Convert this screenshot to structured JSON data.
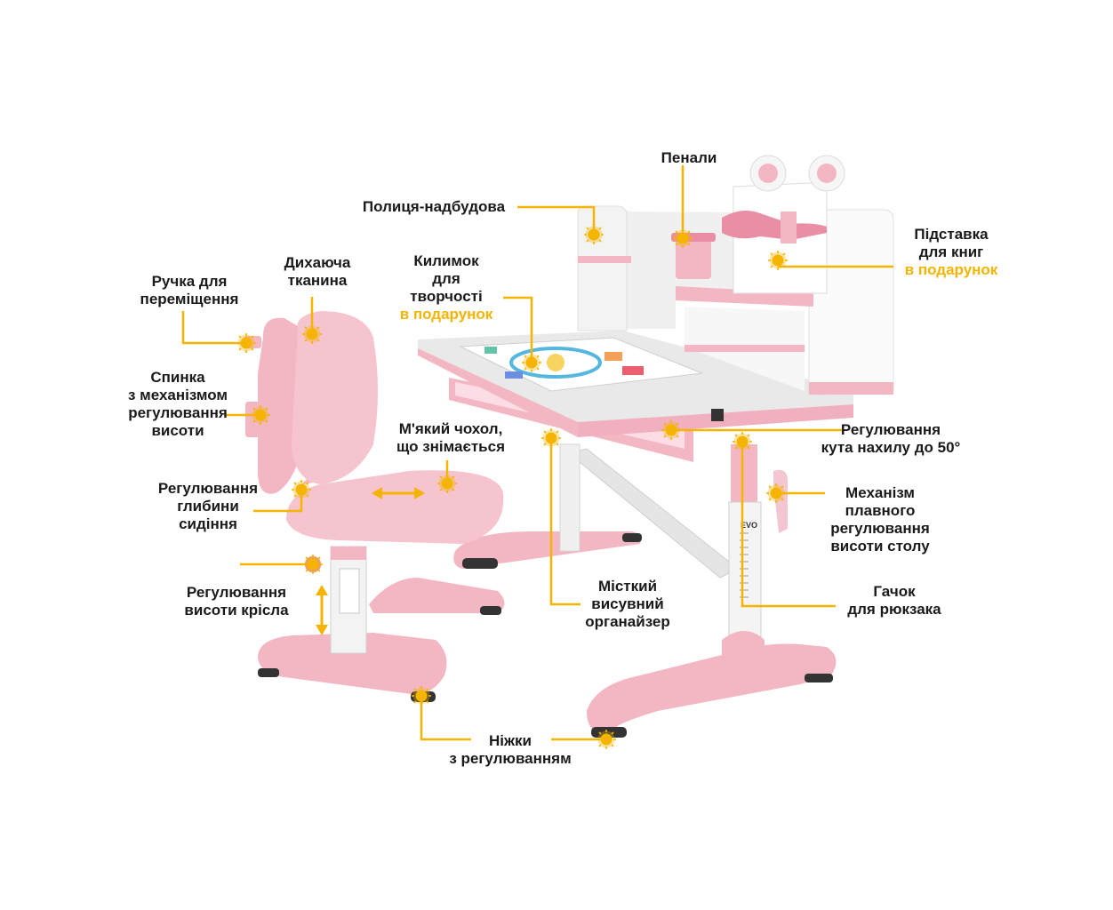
{
  "colors": {
    "accent": "#f4b400",
    "pink": "#f3b7c4",
    "pink_dark": "#e98ea4",
    "white_panel": "#f2f2f2",
    "gray": "#d9d9d9"
  },
  "labels": {
    "penaly": "Пенали",
    "polytsia": "Полиця-надбудова",
    "pidstavka_1": "Підставка",
    "pidstavka_2": "для книг",
    "pidstavka_gift": "в подарунок",
    "kylymok_1": "Килимок",
    "kylymok_2": "для",
    "kylymok_3": "творчості",
    "kylymok_gift": "в подарунок",
    "ruchka_1": "Ручка для",
    "ruchka_2": "переміщення",
    "dykhaiucha_1": "Дихаюча",
    "dykhaiucha_2": "тканина",
    "spynka_1": "Спинка",
    "spynka_2": "з механізмом",
    "spynka_3": "регулювання",
    "spynka_4": "висоти",
    "chokhol_1": "М'який чохол,",
    "chokhol_2": "що знімається",
    "kut_1": "Регулювання",
    "kut_2": "кута нахилу до 50°",
    "hlybyna_1": "Регулювання",
    "hlybyna_2": "глибини",
    "hlybyna_3": "сидіння",
    "mekhanizm_1": "Механізм",
    "mekhanizm_2": "плавного",
    "mekhanizm_3": "регулювання",
    "mekhanizm_4": "висоти столу",
    "krislo_1": "Регулювання",
    "krislo_2": "висоти крісла",
    "orhanaizer_1": "Місткий",
    "orhanaizer_2": "висувний",
    "orhanaizer_3": "органайзер",
    "hachok_1": "Гачок",
    "hachok_2": "для рюкзака",
    "nizhky_1": "Ніжки",
    "nizhky_2": "з регулюванням"
  },
  "brand_mark": "EVO"
}
